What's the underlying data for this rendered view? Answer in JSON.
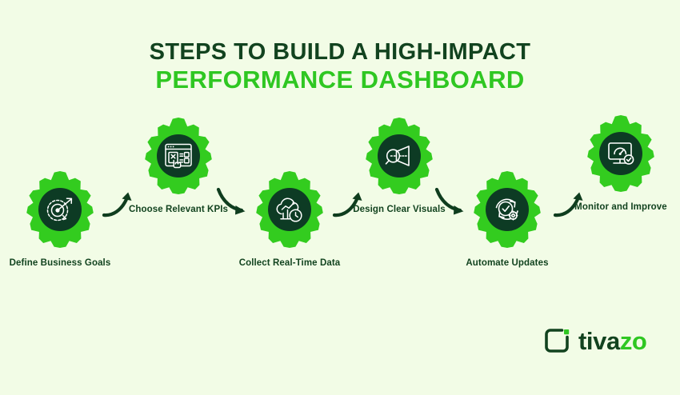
{
  "theme": {
    "background": "#f2fce6",
    "gear_green": "#33cc1f",
    "gear_center_dark": "#0d3b24",
    "title_dark": "#12431f",
    "title_accent": "#2fc722",
    "arrow_color": "#0f3d1e"
  },
  "title": {
    "line1": "STEPS TO BUILD A HIGH-IMPACT",
    "line2": "PERFORMANCE DASHBOARD"
  },
  "steps": [
    {
      "id": 1,
      "label": "Define Business Goals",
      "icon": "target-arrow-icon"
    },
    {
      "id": 2,
      "label": "Choose Relevant KPIs",
      "icon": "form-checklist-cursor-icon"
    },
    {
      "id": 3,
      "label": "Collect Real-Time Data",
      "icon": "cloud-chart-clock-icon"
    },
    {
      "id": 4,
      "label": "Design Clear Visuals",
      "icon": "magnifier-projector-icon"
    },
    {
      "id": 5,
      "label": "Automate Updates",
      "icon": "refresh-check-gear-icon"
    },
    {
      "id": 6,
      "label": "Monitor and Improve",
      "icon": "monitor-gauge-check-icon"
    }
  ],
  "arrows": [
    {
      "id": 1,
      "direction": "up"
    },
    {
      "id": 2,
      "direction": "down"
    },
    {
      "id": 3,
      "direction": "up"
    },
    {
      "id": 4,
      "direction": "down"
    },
    {
      "id": 5,
      "direction": "up"
    }
  ],
  "logo": {
    "mark": "bracket-square-icon",
    "text_dark": "tiva",
    "text_bright": "zo"
  }
}
